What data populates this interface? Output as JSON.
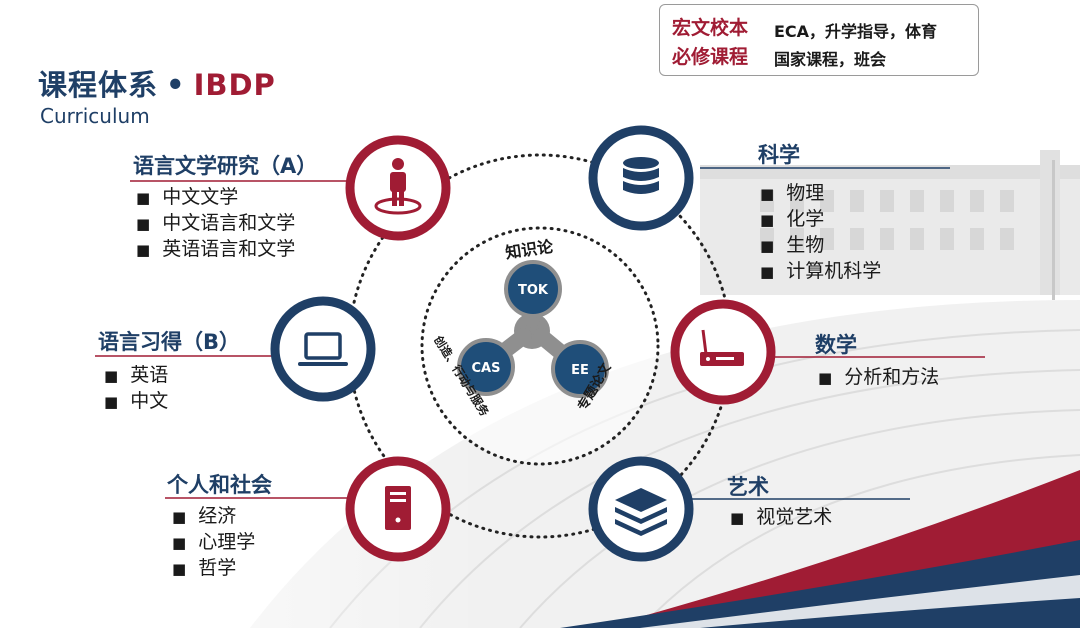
{
  "title": {
    "main": "课程体系",
    "separator": "•",
    "accent": "IBDP",
    "subtitle": "Curriculum"
  },
  "note": {
    "row1_label": "宏文校本",
    "row1_text": "ECA，升学指导，体育",
    "row2_label": "必修课程",
    "row2_text": "国家课程，班会"
  },
  "core": {
    "tok": {
      "node": "TOK",
      "caption": "知识论"
    },
    "cas": {
      "node": "CAS",
      "caption": "创造、行动与服务"
    },
    "ee": {
      "node": "EE",
      "caption": "专题论文"
    }
  },
  "groups": {
    "language_a": {
      "title": "语言文学研究（A）",
      "items": [
        "中文文学",
        "中文语言和文学",
        "英语语言和文学"
      ],
      "icon": "person-on-target-icon"
    },
    "language_b": {
      "title": "语言习得（B）",
      "items": [
        "英语",
        "中文"
      ],
      "icon": "laptop-icon"
    },
    "individuals": {
      "title": "个人和社会",
      "items": [
        "经济",
        "心理学",
        "哲学"
      ],
      "icon": "server-tower-icon"
    },
    "sciences": {
      "title": "科学",
      "items": [
        "物理",
        "化学",
        "生物",
        "计算机科学"
      ],
      "icon": "database-icon"
    },
    "mathematics": {
      "title": "数学",
      "items": [
        "分析和方法"
      ],
      "icon": "router-icon"
    },
    "arts": {
      "title": "艺术",
      "items": [
        "视觉艺术"
      ],
      "icon": "layers-icon"
    }
  },
  "colors": {
    "navy": "#1f3f66",
    "crimson": "#a01c34",
    "node_blue": "#1f4e79"
  }
}
